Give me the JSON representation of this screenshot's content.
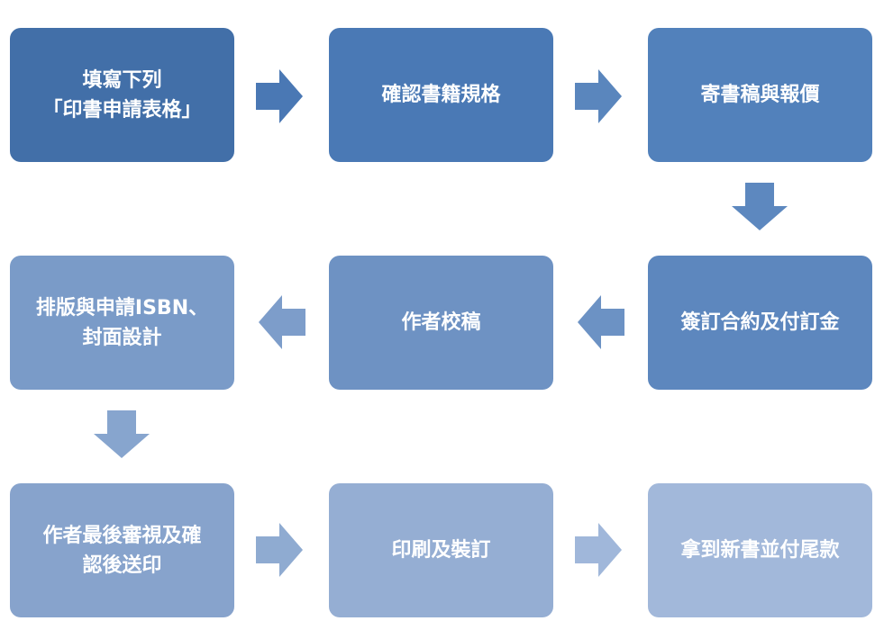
{
  "steps": [
    {
      "id": 1,
      "label": "填寫下列\n「印書申請表格」",
      "color": "#426fa8"
    },
    {
      "id": 2,
      "label": "確認書籍規格",
      "color": "#4a79b5"
    },
    {
      "id": 3,
      "label": "寄書稿與報價",
      "color": "#5281bb"
    },
    {
      "id": 4,
      "label": "簽訂合約及付訂金",
      "color": "#5d87be"
    },
    {
      "id": 5,
      "label": "作者校稿",
      "color": "#6e92c3"
    },
    {
      "id": 6,
      "label": "排版與申請ISBN、\n封面設計",
      "color": "#7a9bc8"
    },
    {
      "id": 7,
      "label": "作者最後審視及確\n認後送印",
      "color": "#87a3cc"
    },
    {
      "id": 8,
      "label": "印刷及裝訂",
      "color": "#95aed3"
    },
    {
      "id": 9,
      "label": "拿到新書並付尾款",
      "color": "#a2b8da"
    }
  ],
  "arrow_colors": {
    "a1": "#4a78b4",
    "a2": "#5a86bd",
    "a3": "#5d88bf",
    "a4": "#6c92c4",
    "a5": "#7d9dca",
    "a6": "#87a5ce",
    "a7": "#8fabd1",
    "a8": "#a0b7da"
  }
}
